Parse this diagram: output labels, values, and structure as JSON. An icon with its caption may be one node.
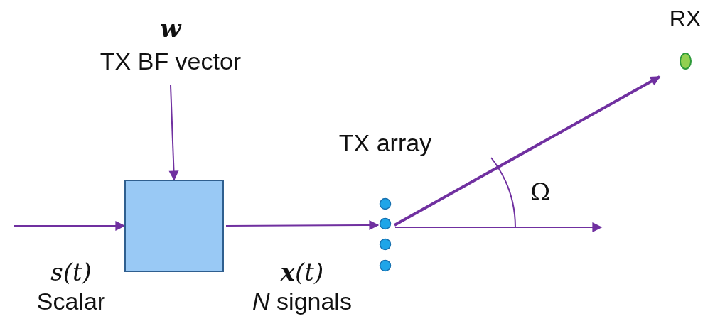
{
  "diagram": {
    "nodes": [
      {
        "text": [
          "w",
          "TX BF vector"
        ]
      },
      {
        "text": [],
        "shape": "box"
      },
      {
        "text": [],
        "shape": "picture",
        "beside": [
          "TX array"
        ]
      },
      {
        "text": [
          "RX"
        ]
      }
    ],
    "edges": [
      {
        "from": 0,
        "to": 1,
        "arrow": "to"
      },
      {
        "from": null,
        "to": 1,
        "arrow": "to"
      },
      {
        "from": 1,
        "to": 2,
        "arrow": "to"
      },
      {
        "from": 2,
        "to": 3,
        "arrow": "to",
        "style": "thick"
      }
    ],
    "labels": [
      "s(t)",
      "Scalar",
      "**x**(t)",
      "*N* signals",
      "Ω"
    ]
  }
}
